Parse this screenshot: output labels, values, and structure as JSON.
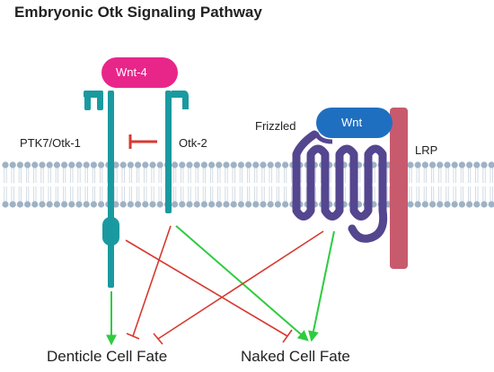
{
  "title": "Embryonic Otk Signaling Pathway",
  "labels": {
    "wnt4": "Wnt-4",
    "wnt": "Wnt",
    "ptk7": "PTK7/Otk-1",
    "otk2": "Otk-2",
    "frizzled": "Frizzled",
    "lrp": "LRP",
    "denticle_fate": "Denticle Cell Fate",
    "naked_fate": "Naked Cell Fate"
  },
  "colors": {
    "receptor": "#1a9aa0",
    "wnt4": "#e8268a",
    "wnt": "#1f6fc1",
    "frizzled": "#54468f",
    "lrp": "#c85a6e",
    "activation": "#2ecc40",
    "inhibition": "#d63a2f",
    "membrane_head": "#9eb2c4"
  },
  "interactions": [
    {
      "from": "PTK7/Otk-1",
      "to": "Denticle Cell Fate",
      "type": "activation"
    },
    {
      "from": "PTK7/Otk-1",
      "to": "Naked Cell Fate",
      "type": "inhibition"
    },
    {
      "from": "Otk-2",
      "to": "Denticle Cell Fate",
      "type": "inhibition"
    },
    {
      "from": "Otk-2",
      "to": "Naked Cell Fate",
      "type": "activation"
    },
    {
      "from": "Frizzled",
      "to": "Denticle Cell Fate",
      "type": "inhibition"
    },
    {
      "from": "Frizzled",
      "to": "Naked Cell Fate",
      "type": "activation"
    },
    {
      "from": "Otk-2",
      "to": "PTK7/Otk-1",
      "type": "inhibition"
    }
  ]
}
